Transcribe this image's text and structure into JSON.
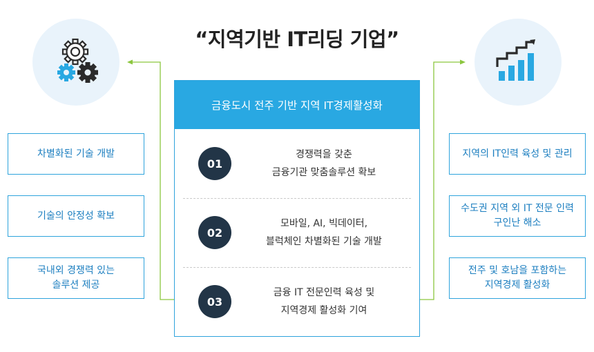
{
  "title": "“지역기반 IT리딩 기업”",
  "center": {
    "header": "금융도시 전주 기반 지역 IT경제활성화",
    "items": [
      {
        "num": "01",
        "line1": "경쟁력을 갖춘",
        "line2": "금융기관 맞춤솔루션 확보"
      },
      {
        "num": "02",
        "line1": "모바일, AI, 빅데이터,",
        "line2": "블럭체인 차별화된 기술 개발"
      },
      {
        "num": "03",
        "line1": "금융 IT 전문인력 육성 및",
        "line2": "지역경제 활성화 기여"
      }
    ]
  },
  "left": {
    "icon": "gears-icon",
    "boxes": [
      {
        "line1": "차별화된 기술 개발",
        "line2": ""
      },
      {
        "line1": "기술의  안정성 확보",
        "line2": ""
      },
      {
        "line1": "국내외 경쟁력 있는",
        "line2": "솔루션 제공"
      }
    ]
  },
  "right": {
    "icon": "growth-chart-icon",
    "boxes": [
      {
        "line1": "지역의  IT인력 육성 및 관리",
        "line2": ""
      },
      {
        "line1": "수도권 지역 외 IT 전문 인력",
        "line2": "구인난 해소"
      },
      {
        "line1": "전주 및 호남을 포함하는",
        "line2": "지역경제 활성화"
      }
    ]
  },
  "colors": {
    "accent_blue": "#29a8e2",
    "box_border": "#2ea3dc",
    "box_text": "#1d7fc0",
    "badge": "#223547",
    "connector_green": "#8cc63f",
    "circle_bg": "#e9f3fb"
  }
}
